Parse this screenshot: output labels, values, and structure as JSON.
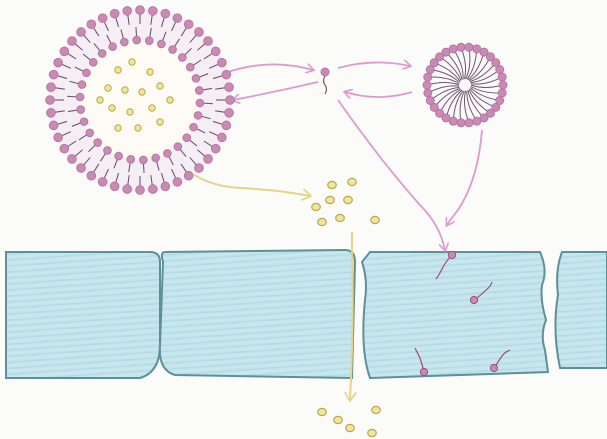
{
  "colors": {
    "paper": "#fbfbf9",
    "lipid_head": "#b8769e",
    "lipid_head_fill": "#c98ab3",
    "lipid_tail": "#6b5a6b",
    "vesicle_interior": "#f6eef5",
    "drug_outline": "#b9a94a",
    "drug_fill": "#eee6a0",
    "pink_arrow": "#dc9bd0",
    "yellow_arrow": "#e6d488",
    "cell_fill": "#bfe2ea",
    "cell_edge": "#5f8f97",
    "monomer_in_cell": "#9a4f7a"
  },
  "elements": {
    "liposome": "liposome-with-cargo",
    "micelle": "micelle",
    "free_monomer": "free-surfactant-monomer",
    "released_cargo": "released-drug-molecules",
    "cell_layer": "epithelial-cell-layer",
    "transcellular_path": "paracellular-drug-transport"
  }
}
